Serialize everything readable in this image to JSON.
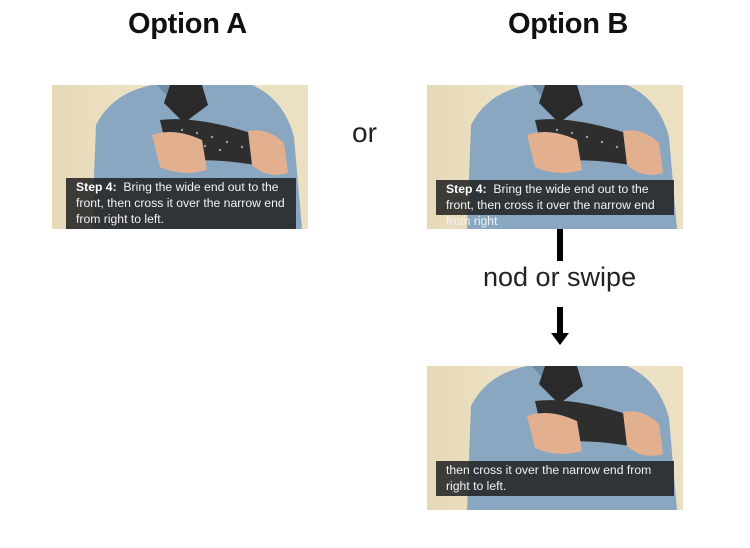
{
  "option_a": {
    "title": "Option A",
    "step_label": "Step 4:",
    "step_text": "Bring the wide end out to the front, then cross it over the narrow end from right to left."
  },
  "separator": "or",
  "option_b": {
    "title": "Option B",
    "card1": {
      "step_label": "Step 4:",
      "step_text": "Bring the wide end out to the front, then cross it over the narrow end from right"
    },
    "action": "nod or swipe",
    "card2": {
      "text": "then cross it over the narrow end from right to left."
    }
  },
  "colors": {
    "background": "#ffffff",
    "caption_bg": "#212121",
    "arrow": "#000000"
  }
}
